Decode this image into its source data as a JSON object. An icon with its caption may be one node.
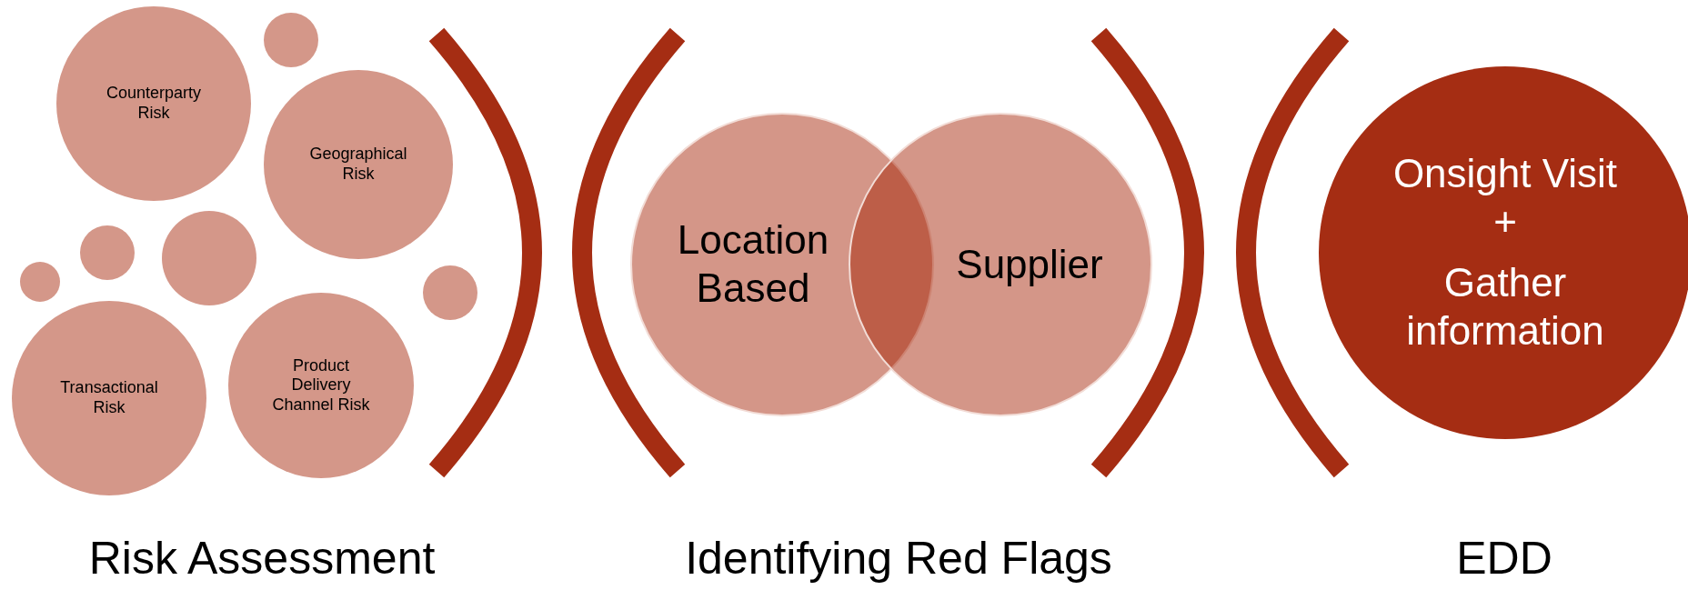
{
  "diagram": {
    "nodes": [
      {
        "text": [
          "Counterparty Risk"
        ]
      },
      {
        "text": [],
        "shape": "circle"
      },
      {
        "text": [
          "Geographical Risk"
        ]
      },
      {
        "text": [],
        "shape": "circle"
      },
      {
        "text": [],
        "shape": "circle"
      },
      {
        "text": [],
        "shape": "circle"
      },
      {
        "text": [],
        "shape": "circle"
      },
      {
        "text": [
          "Transactional Risk"
        ]
      },
      {
        "text": [
          "Product Delivery Channel Risk"
        ]
      },
      {
        "text": [
          "Location Based"
        ]
      },
      {
        "text": [
          "Supplier"
        ]
      },
      {
        "text": [
          "Onsight Visit +",
          "Gather information"
        ]
      }
    ],
    "edges": [],
    "labels": [
      "Risk Assessment",
      "Identifying Red Flags",
      "EDD"
    ]
  }
}
